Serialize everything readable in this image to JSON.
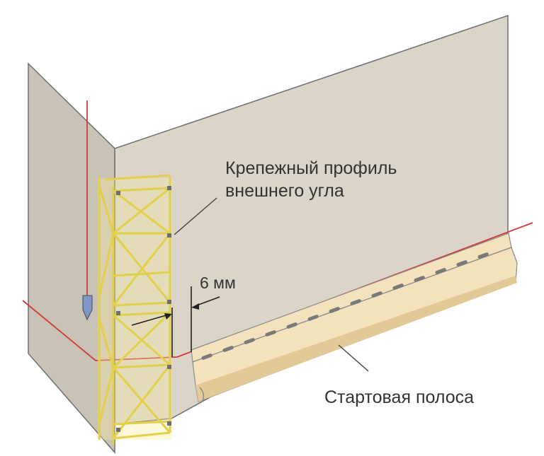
{
  "labels": {
    "corner_profile_line1": "Крепежный профиль",
    "corner_profile_line2": "внешнего угла",
    "gap": "6 мм",
    "starter_strip": "Стартовая полоса"
  },
  "colors": {
    "wall_main": "#dbd4c9",
    "wall_side": "#c9c2b7",
    "wall_outline": "#6f6f6f",
    "profile_fill": "#f5ea9a",
    "profile_stroke": "#e2cf4a",
    "strip_fill": "#f4e2bd",
    "strip_shadow": "#e2c998",
    "level_line": "#d23a3a",
    "plumb_bob": "#7f97c6"
  }
}
